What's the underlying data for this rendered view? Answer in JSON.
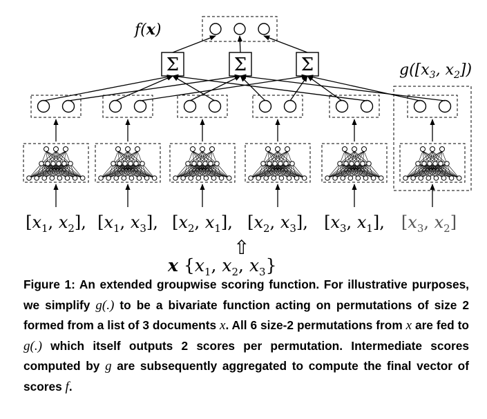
{
  "diagram": {
    "output_label": "f(x)",
    "side_label": "g([x3, x2])",
    "sum_symbol": "Σ",
    "permutations": [
      {
        "a": "1",
        "b": "2",
        "sep": ","
      },
      {
        "a": "1",
        "b": "3",
        "sep": ","
      },
      {
        "a": "2",
        "b": "1",
        "sep": ","
      },
      {
        "a": "2",
        "b": "3",
        "sep": ","
      },
      {
        "a": "3",
        "b": "1",
        "sep": ","
      },
      {
        "a": "3",
        "b": "2",
        "sep": ""
      }
    ],
    "input_label": "x {x1, x2, x3}",
    "input_arrow": "⇧"
  },
  "caption": {
    "label": "Figure 1:",
    "text_1": "An extended groupwise scoring function. For illustrative purposes, we simplify",
    "g_dot": "g(.)",
    "text_2": "to be a bivariate function acting on permutations of size 2 formed from a list of 3 documents",
    "x_1": "x",
    "text_3": ". All 6 size-2 permutations from",
    "x_2": "x",
    "text_4": "are fed to",
    "g_dot_2": "g(.)",
    "text_5": "which itself outputs 2 scores per permutation. Intermediate scores computed by",
    "g": "g",
    "text_6": "are subsequently aggregated to compute the final vector of scores",
    "f": "f",
    "end": "."
  }
}
